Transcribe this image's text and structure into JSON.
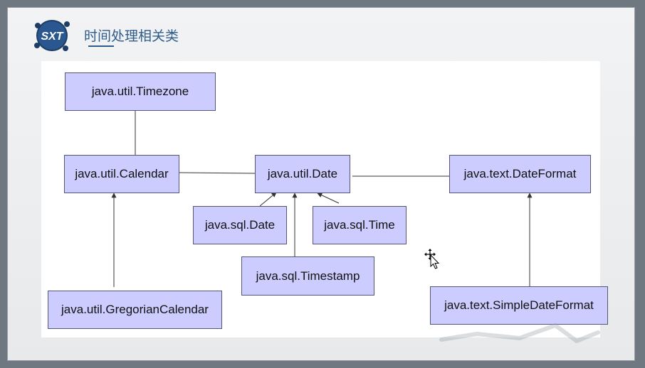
{
  "slide": {
    "title": "时间处理相关类",
    "logo_text": "SXT"
  },
  "diagram": {
    "nodes": [
      {
        "id": "timezone",
        "label": "java.util.Timezone"
      },
      {
        "id": "calendar",
        "label": "java.util.Calendar"
      },
      {
        "id": "date",
        "label": "java.util.Date"
      },
      {
        "id": "dateformat",
        "label": "java.text.DateFormat"
      },
      {
        "id": "sqldate",
        "label": "java.sql.Date"
      },
      {
        "id": "sqltime",
        "label": "java.sql.Time"
      },
      {
        "id": "sqltimestamp",
        "label": "java.sql.Timestamp"
      },
      {
        "id": "gregorian",
        "label": "java.util.GregorianCalendar"
      },
      {
        "id": "simpledateformat",
        "label": "java.text.SimpleDateFormat"
      }
    ],
    "edges": [
      {
        "from": "timezone",
        "to": "calendar",
        "type": "association"
      },
      {
        "from": "calendar",
        "to": "date",
        "type": "association"
      },
      {
        "from": "date",
        "to": "dateformat",
        "type": "association"
      },
      {
        "from": "sqldate",
        "to": "date",
        "type": "inheritance"
      },
      {
        "from": "sqltime",
        "to": "date",
        "type": "inheritance"
      },
      {
        "from": "sqltimestamp",
        "to": "date",
        "type": "inheritance"
      },
      {
        "from": "gregorian",
        "to": "calendar",
        "type": "inheritance"
      },
      {
        "from": "simpledateformat",
        "to": "dateformat",
        "type": "inheritance"
      }
    ]
  },
  "colors": {
    "node_fill": "#ccccff",
    "node_border": "#555577",
    "title": "#2f5c8a",
    "edge": "#333333"
  }
}
